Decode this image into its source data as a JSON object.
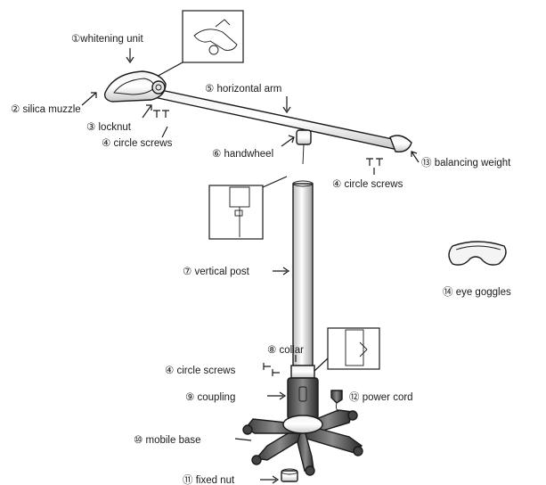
{
  "labels": {
    "whitening_unit": "①whitening unit",
    "silica_muzzle": "② silica muzzle",
    "locknut": "③ locknut",
    "circle_screws_1": "④ circle screws",
    "horizontal_arm": "⑤ horizontal arm",
    "handwheel": "⑥ handwheel",
    "balancing_weight": "⑬ balancing weight",
    "circle_screws_2": "④ circle screws",
    "vertical_post": "⑦ vertical post",
    "eye_goggles": "⑭ eye goggles",
    "collar": "⑧ collar",
    "circle_screws_3": "④ circle screws",
    "coupling": "⑨ coupling",
    "power_cord": "⑫ power cord",
    "mobile_base": "⑩ mobile base",
    "fixed_nut": "⑪ fixed nut"
  }
}
